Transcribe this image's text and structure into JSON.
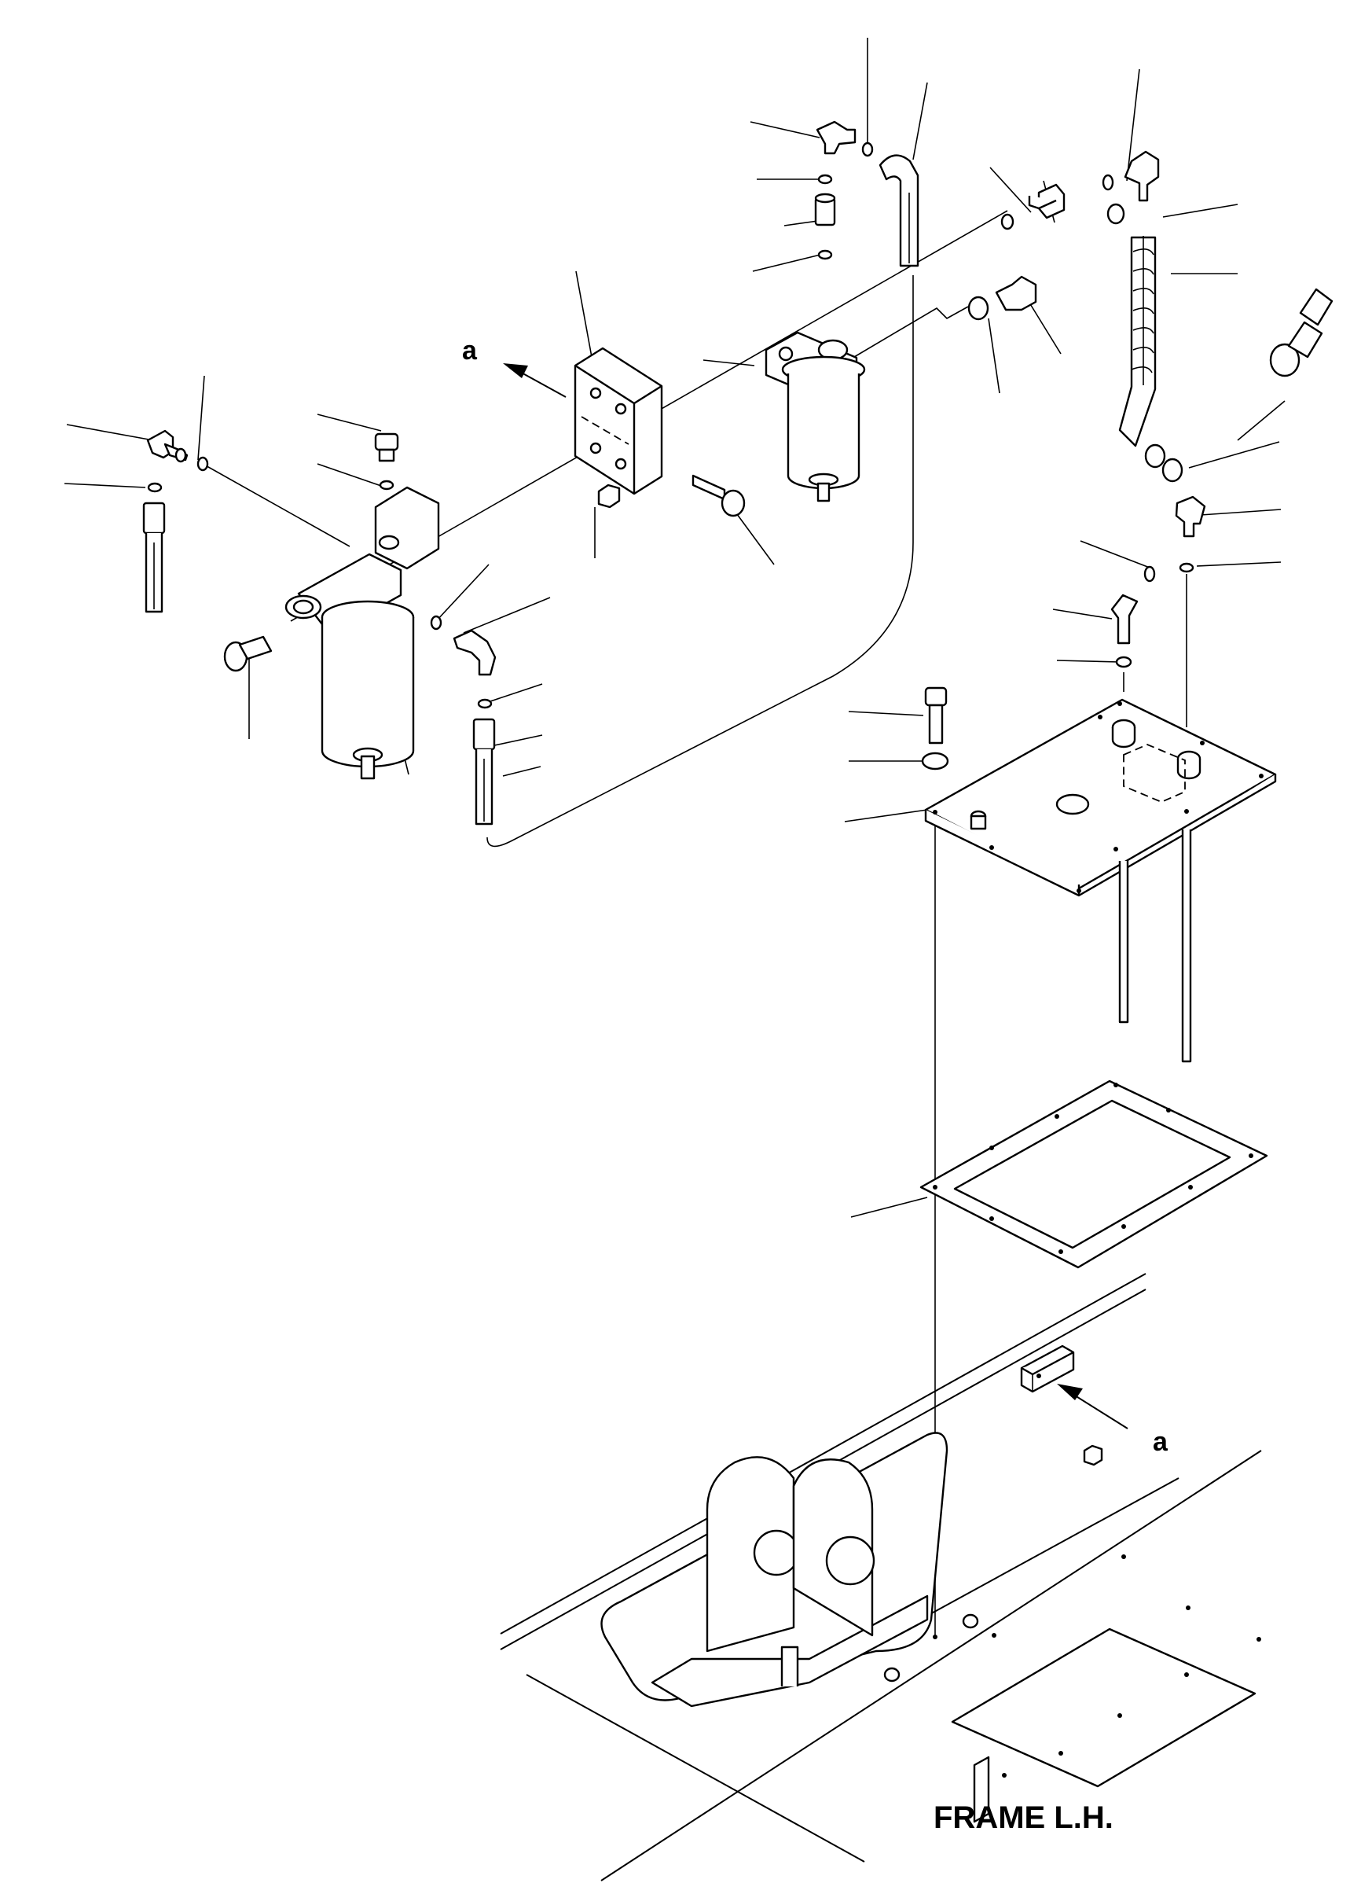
{
  "diagram": {
    "caption": "FRAME L.H.",
    "view_labels": {
      "top": "a",
      "bottom": "a"
    },
    "parts": [
      {
        "name": "fuel-filter-left",
        "kind": "cartridge filter with head"
      },
      {
        "name": "water-separator-right",
        "kind": "cartridge filter with head"
      },
      {
        "name": "mounting-bracket",
        "kind": "plate bracket"
      },
      {
        "name": "cover-plate",
        "kind": "plate with suction pipes"
      },
      {
        "name": "gasket",
        "kind": "flat gasket"
      },
      {
        "name": "frame-lh",
        "kind": "frame structure"
      },
      {
        "name": "hose-right-spiral",
        "kind": "hose with spiral guard"
      }
    ],
    "colors": {
      "line": "#000000",
      "background": "#ffffff"
    }
  }
}
